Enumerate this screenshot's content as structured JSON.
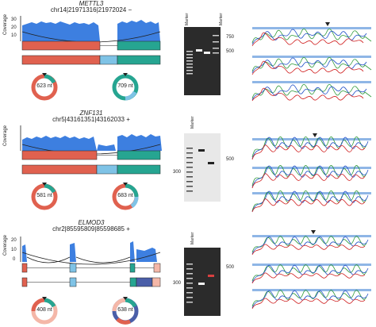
{
  "colors": {
    "coverage": "#3d7fe0",
    "exon_red": "#e0614f",
    "exon_teal": "#26a591",
    "exon_lightblue": "#7fc3e6",
    "exon_darkblue": "#4a5ea8",
    "exon_pink": "#f4b7a8",
    "gel_bg": "#2b2b2b"
  },
  "panels": [
    {
      "gene": "METTL3",
      "coord": "chr14|21971316|21972024 −",
      "ylabel": "Coverage",
      "yticks": [
        "30",
        "20",
        "10"
      ],
      "left_circle": "623 nt",
      "right_circle": "709 nt",
      "gel_marker_label": "Marker",
      "gel_marker_label2": "Marker",
      "gel_sizes": [
        "750",
        "500"
      ]
    },
    {
      "gene": "ZNF131",
      "coord": "chr5|43161351|43162033 +",
      "ylabel": "Coverage",
      "yticks": [],
      "left_circle": "581 nt",
      "right_circle": "683 nt",
      "gel_marker_label": "Marker",
      "gel_sizes_left": [
        "300"
      ],
      "gel_sizes_right": [
        "500"
      ]
    },
    {
      "gene": "ELMOD3",
      "coord": "chr2|85595809|85598685 +",
      "ylabel": "Coverage",
      "yticks": [
        "20",
        "10",
        "0"
      ],
      "left_circle": "408 nt",
      "right_circle": "638 nt",
      "gel_marker_label": "Marker",
      "gel_sizes_left": [
        "300"
      ],
      "gel_sizes_right": [
        "500"
      ]
    }
  ]
}
